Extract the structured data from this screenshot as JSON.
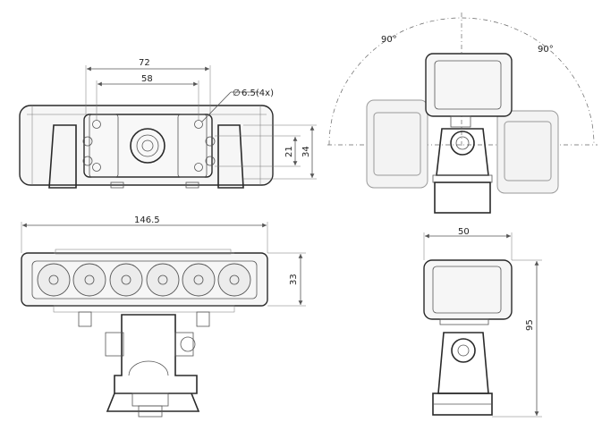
{
  "drawing": {
    "colors": {
      "line": "#2a2a2a",
      "dimension": "#555555",
      "ghost": "#9a9a9a",
      "background": "#ffffff"
    },
    "dimensions": {
      "top_width_outer": "72",
      "top_width_inner": "58",
      "hole_diameter": "6.5(4x)",
      "bracket_height_inner": "21",
      "bracket_height_outer": "34",
      "overall_length": "146.5",
      "lens_height": "33",
      "side_width": "50",
      "side_height": "95",
      "rotation_left": "90°",
      "rotation_right": "90°"
    },
    "symbols": {
      "diameter": "∅"
    }
  }
}
